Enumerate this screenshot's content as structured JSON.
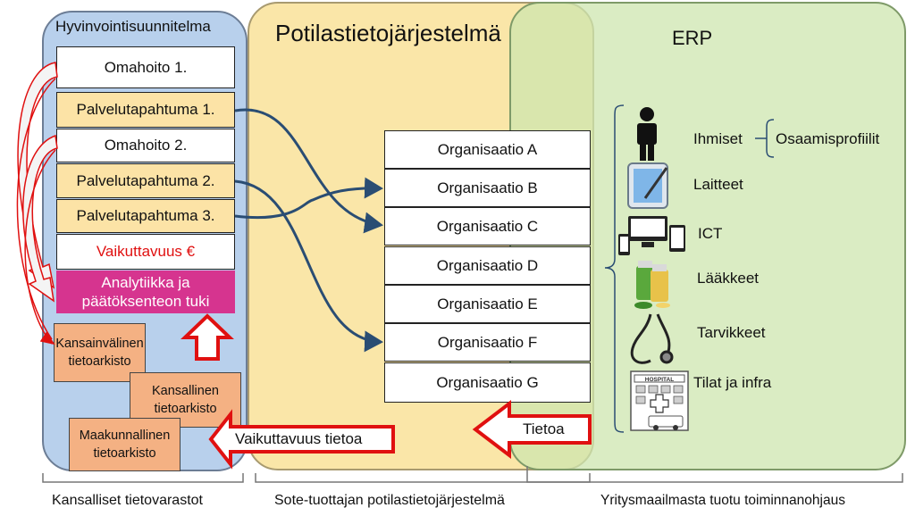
{
  "panels": {
    "hyvinvointi_title": "Hyvinvointisuunnitelma",
    "potilas_title": "Potilastietojärjestelmä",
    "erp_title": "ERP"
  },
  "plan_items": [
    "Omahoito 1.",
    "Palvelutapahtuma 1.",
    "Omahoito 2.",
    "Palvelutapahtuma 2.",
    "Palvelutapahtuma 3."
  ],
  "impact": "Vaikuttavuus €",
  "analytics": "Analytiikka ja päätöksenteon tuki",
  "archives": {
    "international": "Kansainvälinen tietoarkisto",
    "national": "Kansallinen tietoarkisto",
    "regional": "Maakunnallinen tietoarkisto"
  },
  "organisations": [
    "Organisaatio A",
    "Organisaatio B",
    "Organisaatio C",
    "Organisaatio D",
    "Organisaatio E",
    "Organisaatio F",
    "Organisaatio G"
  ],
  "erp_resources": {
    "people": "Ihmiset",
    "skills": "Osaamisprofiilit",
    "devices": "Laitteet",
    "ict": "ICT",
    "medicines": "Lääkkeet",
    "supplies": "Tarvikkeet",
    "facilities": "Tilat ja infra",
    "hospital_sign": "HOSPITAL"
  },
  "arrows": {
    "tietoa": "Tietoa",
    "vaikuttavuus_tietoa": "Vaikuttavuus tietoa"
  },
  "bottom_labels": {
    "left": "Kansalliset tietovarastot",
    "middle": "Sote-tuottajan potilastietojärjestelmä",
    "right": "Yritysmaailmasta tuotu toiminnanohjaus"
  },
  "colors": {
    "hyvinvointi_panel": "#b8d0ec",
    "potilas_panel": "#fae6a8",
    "erp_panel": "#cde6af",
    "analytics_bg": "#d6348f",
    "impact_text": "#e01010",
    "archive_bg": "#f4b183",
    "flow_lines": "#2a4d73",
    "arrow_red": "#e01010"
  }
}
